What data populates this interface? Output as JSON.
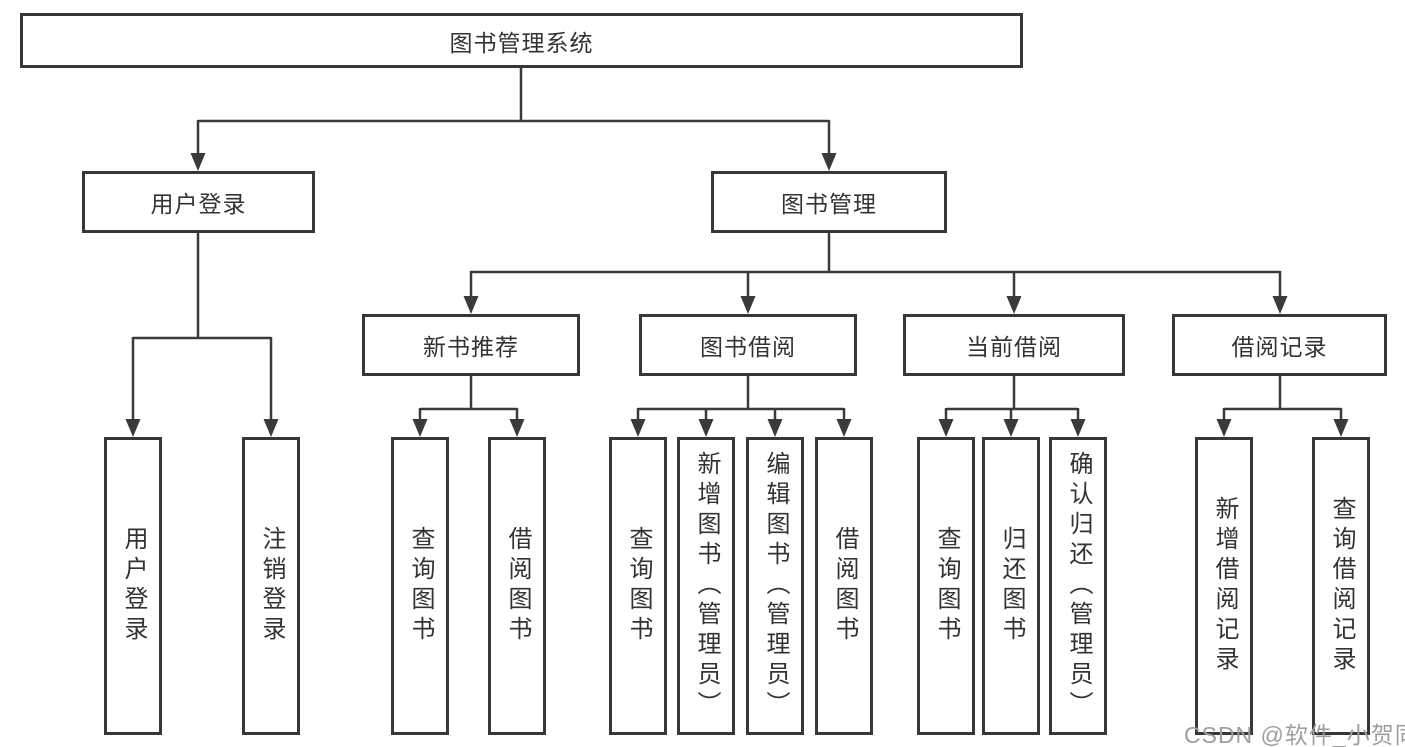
{
  "title": "图书管理系统",
  "nodes": {
    "root": {
      "label": "图书管理系统"
    },
    "user_login": {
      "label": "用户登录"
    },
    "book_mgmt": {
      "label": "图书管理"
    },
    "new_book_rec": {
      "label": "新书推荐"
    },
    "book_borrow": {
      "label": "图书借阅"
    },
    "current_borrow": {
      "label": "当前借阅"
    },
    "borrow_records": {
      "label": "借阅记录"
    },
    "leaves": [
      {
        "parent": "用户登录",
        "label": "用户登录"
      },
      {
        "parent": "用户登录",
        "label": "注销登录"
      },
      {
        "parent": "新书推荐",
        "label": "查询图书"
      },
      {
        "parent": "新书推荐",
        "label": "借阅图书"
      },
      {
        "parent": "图书借阅",
        "label": "查询图书"
      },
      {
        "parent": "图书借阅",
        "label": "新增图书（管理员）"
      },
      {
        "parent": "图书借阅",
        "label": "编辑图书（管理员）"
      },
      {
        "parent": "图书借阅",
        "label": "借阅图书"
      },
      {
        "parent": "当前借阅",
        "label": "查询图书"
      },
      {
        "parent": "当前借阅",
        "label": "归还图书"
      },
      {
        "parent": "当前借阅",
        "label": "确认归还（管理员）"
      },
      {
        "parent": "借阅记录",
        "label": "新增借阅记录"
      },
      {
        "parent": "借阅记录",
        "label": "查询借阅记录"
      }
    ]
  },
  "watermark": "CSDN @软件_小贺同学",
  "colors": {
    "line": "#3a3a3a",
    "border": "#373737",
    "text": "#333333",
    "watermark": "#9e9e9e",
    "background": "#ffffff"
  }
}
